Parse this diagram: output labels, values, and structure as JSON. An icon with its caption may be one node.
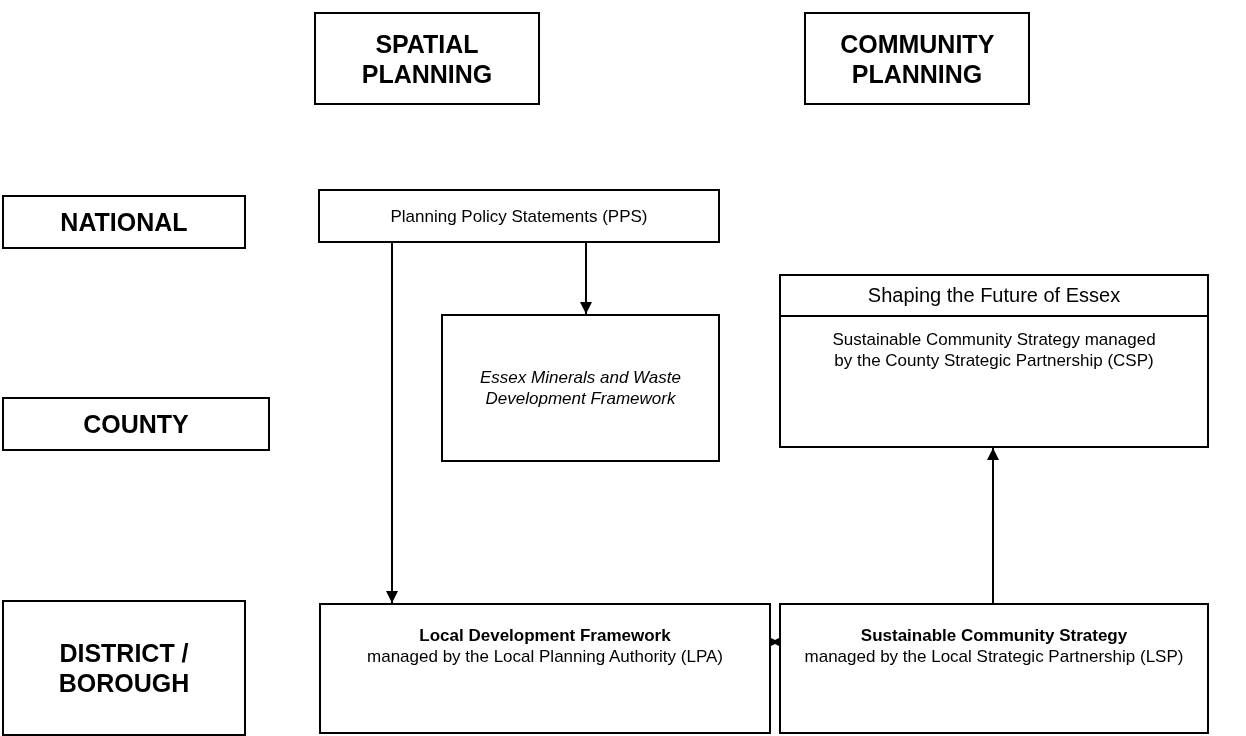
{
  "diagram": {
    "nodes": [
      {
        "text": [
          "SPATIAL PLANNING"
        ]
      },
      {
        "text": [
          "COMMUNITY PLANNING"
        ]
      },
      {
        "text": [
          "NATIONAL"
        ]
      },
      {
        "text": [
          "Planning Policy Statements (PPS)"
        ]
      },
      {
        "text": [
          "COUNTY"
        ]
      },
      {
        "text": [
          "Essex Minerals and Waste Development Framework"
        ]
      },
      {
        "text": [
          "Shaping the Future of Essex",
          "Sustainable Community Strategy managed by the County Strategic Partnership (CSP)"
        ]
      },
      {
        "text": [
          "DISTRICT / BOROUGH"
        ]
      },
      {
        "text": [
          "Local Development Framework",
          "managed by the Local Planning Authority (LPA)"
        ]
      },
      {
        "text": [
          "Sustainable Community Strategy",
          "managed by the Local Strategic Partnership (LSP)"
        ]
      }
    ],
    "edges": [
      {
        "from": 3,
        "to": 8,
        "arrow": "to"
      },
      {
        "from": 3,
        "to": 5,
        "arrow": "to"
      },
      {
        "from": 8,
        "to": 9,
        "arrow": "both"
      },
      {
        "from": 9,
        "to": 6,
        "arrow": "to"
      }
    ]
  }
}
